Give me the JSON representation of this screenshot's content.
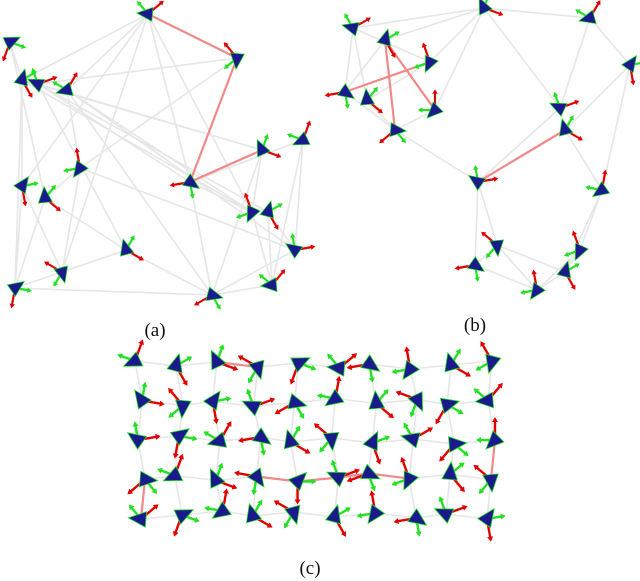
{
  "captions": {
    "a": "(a)",
    "b": "(b)",
    "c": "(c)"
  },
  "colors": {
    "background": "#ffffff",
    "edge": "#e6e6e6",
    "highlight_edge": "#f08a8a",
    "pose_body": "#1a1a8c",
    "pose_x_axis": "#e00000",
    "pose_y_axis": "#22e022",
    "caption_text": "#111111"
  },
  "icons": {
    "pose_marker": "triad-pose-icon"
  }
}
